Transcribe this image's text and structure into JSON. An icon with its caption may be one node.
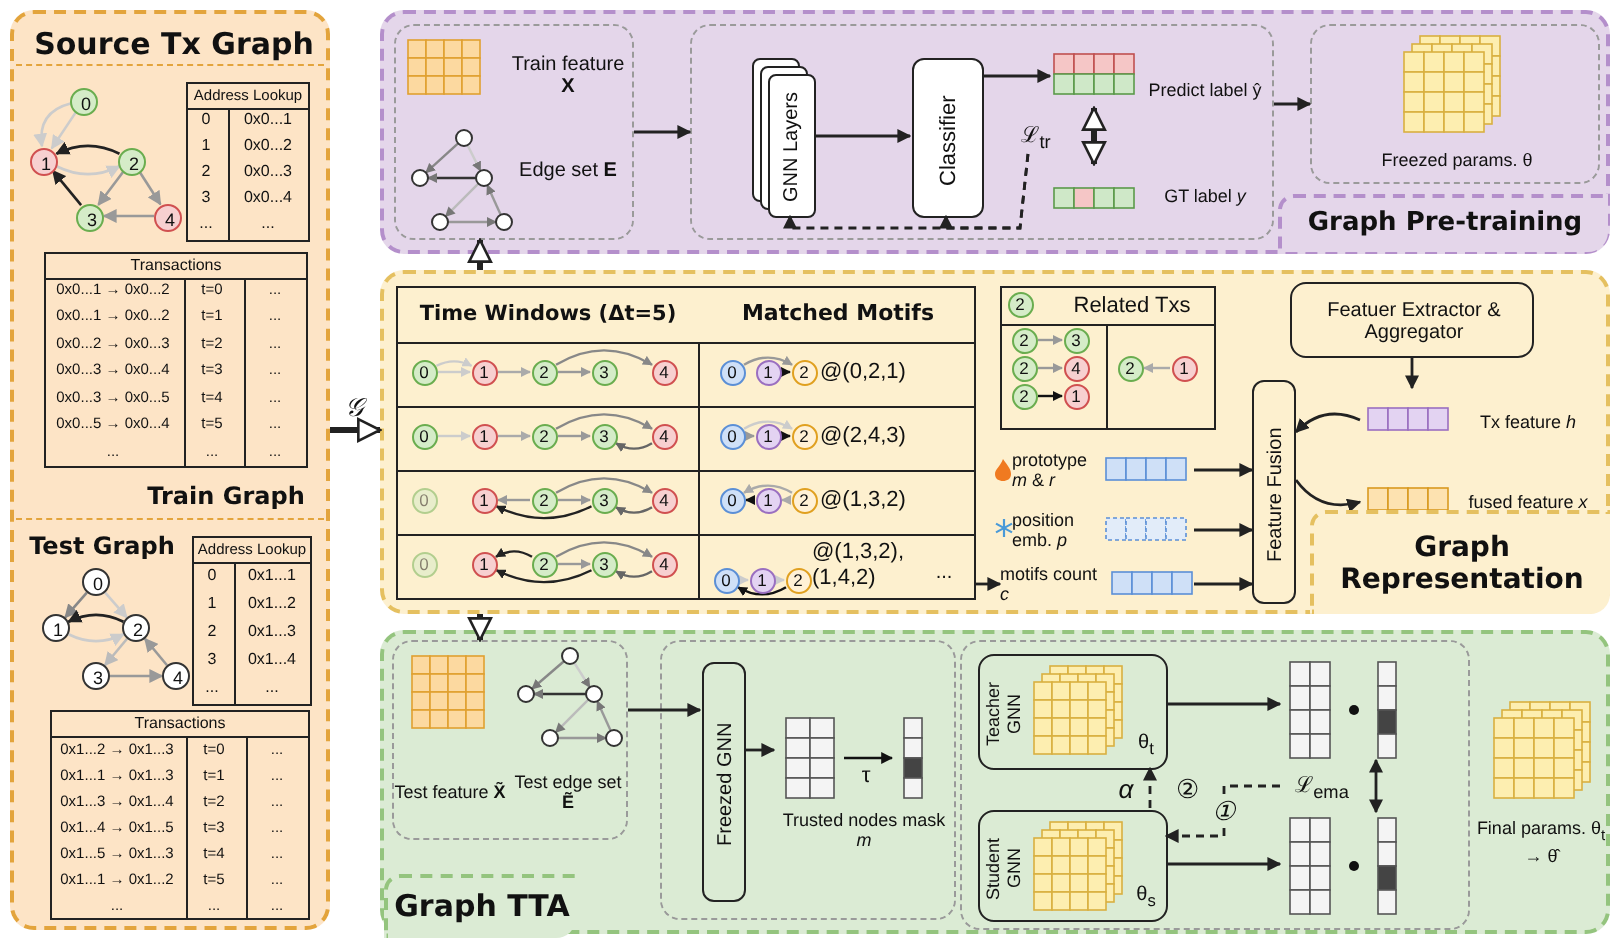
{
  "diagram": {
    "nodes": [
      {
        "text": [
          "Source Tx Graph"
        ]
      },
      {
        "text": [
          "Train Graph"
        ],
        "in": 0
      },
      {
        "text": [
          "0"
        ],
        "in": 1
      },
      {
        "text": [
          "1"
        ],
        "in": 1
      },
      {
        "text": [
          "2"
        ],
        "in": 1
      },
      {
        "text": [
          "3"
        ],
        "in": 1
      },
      {
        "text": [
          "4"
        ],
        "in": 1
      },
      {
        "text": [
          "Address Lookup"
        ],
        "in": 1
      },
      {
        "text": [
          "Transactions"
        ],
        "in": 1
      },
      {
        "text": [
          "Test Graph"
        ],
        "in": 0
      },
      {
        "text": [
          "0"
        ],
        "in": 9
      },
      {
        "text": [
          "1"
        ],
        "in": 9
      },
      {
        "text": [
          "2"
        ],
        "in": 9
      },
      {
        "text": [
          "3"
        ],
        "in": 9
      },
      {
        "text": [
          "4"
        ],
        "in": 9
      },
      {
        "text": [
          "Address Lookup"
        ],
        "in": 9
      },
      {
        "text": [
          "Transactions"
        ],
        "in": 9
      },
      {
        "text": [
          "Graph Pre-training"
        ]
      },
      {
        "text": [
          "Train feature **X**",
          "Edge set **E**"
        ],
        "in": 17
      },
      {
        "text": [],
        "shape": "box",
        "in": 17
      },
      {
        "text": [
          "GNN Layers"
        ],
        "in": 19
      },
      {
        "text": [
          "Classifier"
        ],
        "in": 19
      },
      {
        "text": [
          "Predict label ŷ"
        ],
        "in": 19
      },
      {
        "text": [
          "GT label *y*"
        ],
        "in": 19
      },
      {
        "text": [
          "ℒ$_{tr}$"
        ],
        "in": 19
      },
      {
        "text": [
          "Freezed params. θ"
        ],
        "in": 17
      },
      {
        "text": [
          "Graph Representation"
        ]
      },
      {
        "text": [
          "Time Windows (Δt=5)",
          "Matched Motifs"
        ],
        "in": 26
      },
      {
        "text": [
          "Related Txs"
        ],
        "in": 26
      },
      {
        "text": [
          "Featuer Extractor & Aggregator"
        ],
        "in": 26
      },
      {
        "text": [
          "Feature Fusion"
        ],
        "in": 26
      },
      {
        "text": [
          "prototype *m* & *r*"
        ],
        "in": 26
      },
      {
        "text": [
          "position emb. *p*"
        ],
        "in": 26
      },
      {
        "text": [
          "motifs count *c*"
        ],
        "in": 26
      },
      {
        "text": [
          "Tx feature *h*"
        ],
        "in": 26
      },
      {
        "text": [
          "fused feature *x*"
        ],
        "in": 26
      },
      {
        "text": [
          "Graph TTA"
        ]
      },
      {
        "text": [
          "Test feature **X̃**",
          "Test edge set **Ẽ**"
        ],
        "in": 36
      },
      {
        "text": [],
        "shape": "box",
        "in": 36
      },
      {
        "text": [
          "Freezed GNN"
        ],
        "in": 38
      },
      {
        "text": [
          "Trusted nodes mask *m*"
        ],
        "in": 38
      },
      {
        "text": [],
        "shape": "box",
        "in": 36
      },
      {
        "text": [
          "Teacher GNN",
          "θ$_{t}$"
        ],
        "in": 41
      },
      {
        "text": [
          "Student GNN",
          "θ$_{s}$"
        ],
        "in": 41
      },
      {
        "text": [],
        "shape": "matrix",
        "in": 41
      },
      {
        "text": [],
        "shape": "matrix",
        "in": 41
      },
      {
        "text": [
          "ℒ$_{ema}$"
        ],
        "in": 41
      },
      {
        "text": [
          "Final params. θ$_{t}$ → θ̂"
        ],
        "in": 36
      }
    ],
    "edges": [
      {
        "from": 2,
        "to": 3,
        "arrow": "to",
        "color": "#cccccc"
      },
      {
        "from": 2,
        "to": 3,
        "arrow": "to",
        "color": "#cccccc"
      },
      {
        "from": 3,
        "to": 4,
        "arrow": "to",
        "color": "#cccccc"
      },
      {
        "from": 4,
        "to": 3,
        "arrow": "to"
      },
      {
        "from": 4,
        "to": 5,
        "arrow": "to",
        "color": "#999999"
      },
      {
        "from": 4,
        "to": 6,
        "arrow": "to",
        "color": "#999999"
      },
      {
        "from": 6,
        "to": 5,
        "arrow": "to",
        "color": "#999999"
      },
      {
        "from": 5,
        "to": 3,
        "arrow": "to"
      },
      {
        "from": 10,
        "to": 11,
        "arrow": "to",
        "color": "#888888"
      },
      {
        "from": 10,
        "to": 12,
        "arrow": "to",
        "color": "#cccccc"
      },
      {
        "from": 11,
        "to": 12,
        "arrow": "to",
        "color": "#cccccc"
      },
      {
        "from": 12,
        "to": 11,
        "arrow": "to"
      },
      {
        "from": 12,
        "to": 13,
        "arrow": "to",
        "color": "#bbbbbb"
      },
      {
        "from": 13,
        "to": 14,
        "arrow": "to",
        "color": "#999999"
      },
      {
        "from": 14,
        "to": 12,
        "arrow": "to",
        "color": "#999999"
      },
      {
        "from": 0,
        "to": 26,
        "arrow": "to",
        "style": "thick",
        "label": "𝒢"
      },
      {
        "from": 26,
        "to": 18,
        "arrow": "to",
        "style": "thick"
      },
      {
        "from": 26,
        "to": 37,
        "arrow": "to",
        "style": "thick"
      },
      {
        "from": 18,
        "to": 19,
        "arrow": "to"
      },
      {
        "from": 20,
        "to": 21,
        "arrow": "to"
      },
      {
        "from": 21,
        "to": 22,
        "arrow": "to"
      },
      {
        "from": 22,
        "to": 23,
        "arrow": "both",
        "style": "thick"
      },
      {
        "from": 24,
        "to": 20,
        "arrow": "to",
        "style": "dashed"
      },
      {
        "from": 24,
        "to": 21,
        "arrow": "to",
        "style": "dashed"
      },
      {
        "from": 19,
        "to": 25,
        "arrow": "to"
      },
      {
        "from": 27,
        "to": 33,
        "arrow": "to"
      },
      {
        "from": 31,
        "to": 30,
        "arrow": "to"
      },
      {
        "from": 32,
        "to": 30,
        "arrow": "to"
      },
      {
        "from": 33,
        "to": 30,
        "arrow": "to"
      },
      {
        "from": 29,
        "to": 34,
        "arrow": "to"
      },
      {
        "from": 34,
        "to": 30,
        "arrow": "to"
      },
      {
        "from": 30,
        "to": 35,
        "arrow": "to"
      },
      {
        "from": 37,
        "to": 39,
        "arrow": "to"
      },
      {
        "from": 39,
        "to": 40,
        "arrow": "to"
      },
      {
        "from": 42,
        "to": 44,
        "arrow": "to"
      },
      {
        "from": 43,
        "to": 45,
        "arrow": "to"
      },
      {
        "from": 44,
        "to": 45,
        "arrow": "both"
      },
      {
        "from": 46,
        "to": 43,
        "arrow": "to",
        "style": "dashed",
        "label": "①"
      },
      {
        "from": 43,
        "to": 42,
        "arrow": "to",
        "style": "dashed",
        "label": "α"
      }
    ],
    "labels": [
      "0",
      "0x0...1",
      "1",
      "0x0...2",
      "2",
      "0x0...3",
      "3",
      "0x0...4",
      "...",
      "...",
      "0x0...1 → 0x0...2",
      "t=0",
      "...",
      "0x0...1 → 0x0...2",
      "t=1",
      "...",
      "0x0...2 → 0x0...3",
      "t=2",
      "...",
      "0x0...3 → 0x0...4",
      "t=3",
      "...",
      "0x0...3 → 0x0...5",
      "t=4",
      "...",
      "0x0...5 → 0x0...4",
      "t=5",
      "...",
      "...",
      "...",
      "...",
      "0",
      "0x1...1",
      "1",
      "0x1...2",
      "2",
      "0x1...3",
      "3",
      "0x1...4",
      "...",
      "...",
      "0x1...2 → 0x1...3",
      "t=0",
      "...",
      "0x1...1 → 0x1...3",
      "t=1",
      "...",
      "0x1...3 → 0x1...4",
      "t=2",
      "...",
      "0x1...4 → 0x1...5",
      "t=3",
      "...",
      "0x1...5 → 0x1...3",
      "t=4",
      "...",
      "0x1...1 → 0x1...2",
      "t=5",
      "...",
      "...",
      "...",
      "...",
      "0",
      "1",
      "2",
      "3",
      "4",
      "0",
      "1",
      "2",
      "3",
      "4",
      "0",
      "1",
      "2",
      "3",
      "4",
      "0",
      "1",
      "2",
      "3",
      "4",
      "0",
      "1",
      "2",
      "@(0,2,1)",
      "0",
      "1",
      "2",
      "@(2,4,3)",
      "0",
      "1",
      "2",
      "@(1,3,2)",
      "0",
      "1",
      "2",
      "@(1,3,2), (1,4,2)",
      "...",
      "2",
      "2",
      "3",
      "2",
      "4",
      "2",
      "1",
      "2",
      "1",
      "τ",
      "②"
    ]
  }
}
